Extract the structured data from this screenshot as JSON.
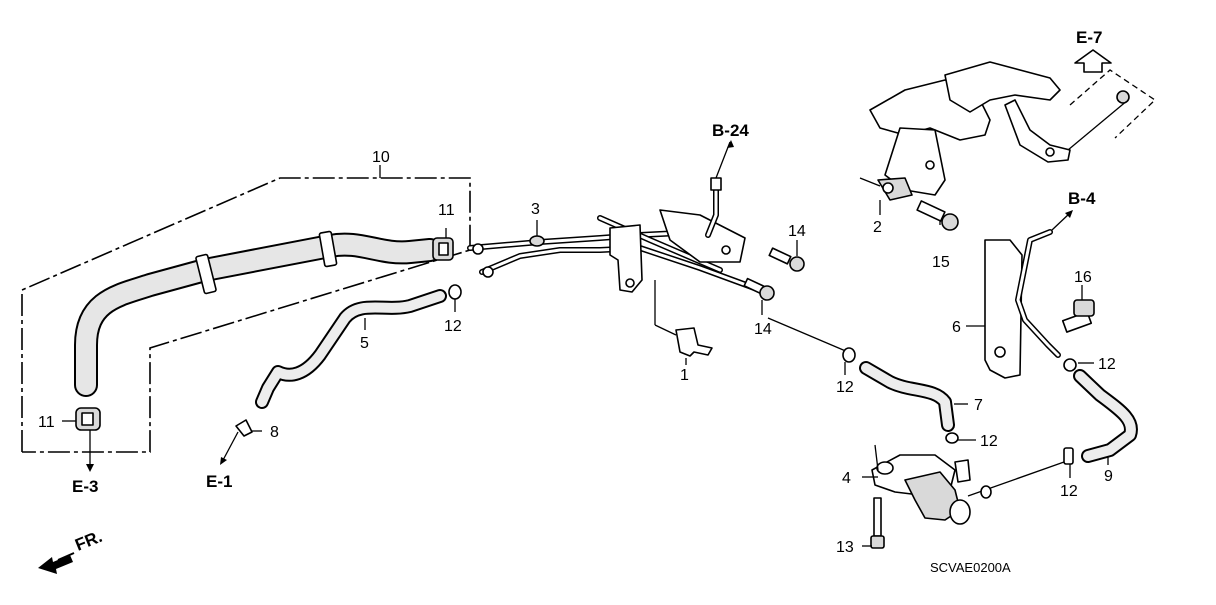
{
  "diagram": {
    "code": "SCVAE0200A",
    "callouts": {
      "c1": "1",
      "c2": "2",
      "c3": "3",
      "c4": "4",
      "c5": "5",
      "c6": "6",
      "c7": "7",
      "c8": "8",
      "c9": "9",
      "c10": "10",
      "c11a": "11",
      "c11b": "11",
      "c12a": "12",
      "c12b": "12",
      "c12c": "12",
      "c12d": "12",
      "c12e": "12",
      "c13": "13",
      "c14a": "14",
      "c14b": "14",
      "c15": "15",
      "c16": "16"
    },
    "refs": {
      "e7": "E-7",
      "b24": "B-24",
      "b4": "B-4",
      "e3": "E-3",
      "e1": "E-1"
    },
    "front_label": "FR.",
    "icons": [
      "front-direction-arrow-icon",
      "reference-arrow-icon"
    ]
  }
}
